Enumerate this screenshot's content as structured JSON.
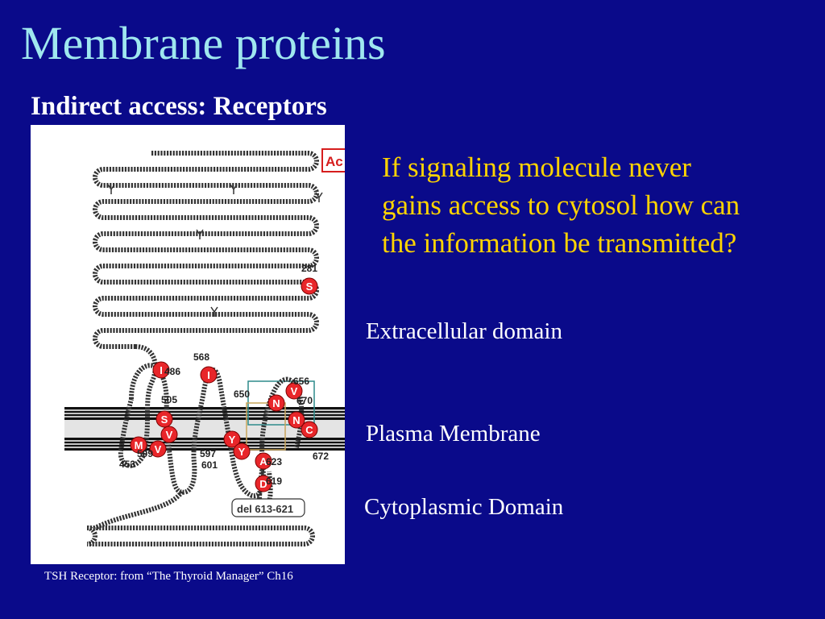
{
  "slide": {
    "title": "Membrane proteins",
    "subtitle": "Indirect access: Receptors",
    "question_lines": [
      "If signaling molecule never",
      "gains access to cytosol how can",
      "the information be transmitted?"
    ],
    "labels": {
      "extracellular": "Extracellular domain",
      "membrane": "Plasma Membrane",
      "cytoplasmic": "Cytoplasmic Domain"
    },
    "caption": "TSH Receptor:  from “The Thyroid Manager” Ch16"
  },
  "figure": {
    "box_label": "Ac",
    "residues": [
      {
        "letter": "S",
        "number": "281"
      },
      {
        "letter": "I",
        "number": "486"
      },
      {
        "letter": "I",
        "number": "568"
      },
      {
        "letter": "S",
        "number": "505"
      },
      {
        "letter": "V",
        "number": ""
      },
      {
        "letter": "M",
        "number": "453"
      },
      {
        "letter": "V",
        "number": "509"
      },
      {
        "letter": "Y",
        "number": "597"
      },
      {
        "letter": "Y",
        "number": "601"
      },
      {
        "letter": "N",
        "number": "650"
      },
      {
        "letter": "V",
        "number": "656"
      },
      {
        "letter": "N",
        "number": "670"
      },
      {
        "letter": "C",
        "number": "672"
      },
      {
        "letter": "A",
        "number": "623"
      },
      {
        "letter": "D",
        "number": "619"
      }
    ],
    "deletion_label": "del 613-621"
  },
  "colors": {
    "background": "#0a0a8a",
    "title": "#9fe7ef",
    "question": "#ffd400",
    "text": "#ffffff",
    "residue": "#e8262a"
  }
}
